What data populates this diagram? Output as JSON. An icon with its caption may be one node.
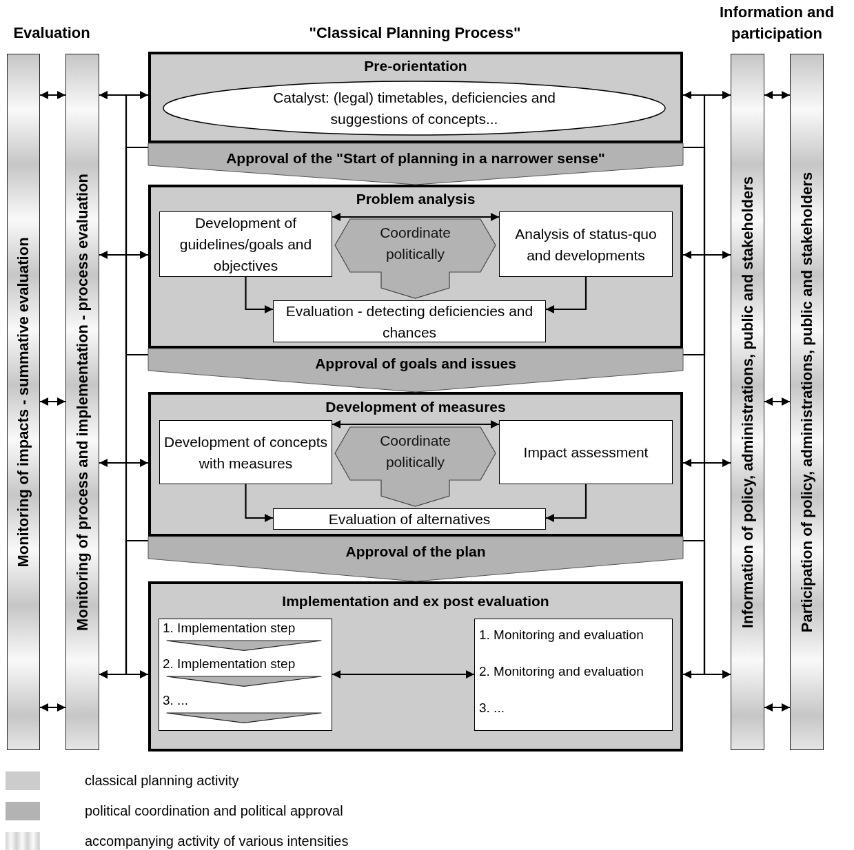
{
  "diagram": {
    "nodes": [
      {
        "text": [
          "Pre-orientation"
        ]
      },
      {
        "text": [
          "Catalyst: (legal) timetables, deficiencies and suggestions of concepts..."
        ],
        "in": 0
      },
      {
        "text": [
          "Problem analysis"
        ]
      },
      {
        "text": [
          "Development of guidelines/goals and objectives"
        ],
        "in": 2
      },
      {
        "text": [
          "Coordinate politically"
        ],
        "in": 2
      },
      {
        "text": [
          "Analysis of status-quo and developments"
        ],
        "in": 2
      },
      {
        "text": [
          "Evaluation - detecting deficiencies and chances"
        ],
        "in": 2
      },
      {
        "text": [
          "Development of measures"
        ]
      },
      {
        "text": [
          "Development of concepts with measures"
        ],
        "in": 7
      },
      {
        "text": [
          "Coordinate politically"
        ],
        "in": 7
      },
      {
        "text": [
          "Impact assessment"
        ],
        "in": 7
      },
      {
        "text": [
          "Evaluation of alternatives"
        ],
        "in": 7
      },
      {
        "text": [
          "Implementation and ex post evaluation"
        ]
      },
      {
        "text": [
          "1. Implementation step",
          "2. Implementation step",
          "3. ..."
        ],
        "in": 12
      },
      {
        "text": [
          "1. Monitoring and evaluation",
          "2. Monitoring and evaluation",
          "3. ..."
        ],
        "in": 12
      },
      {
        "text": [
          "Monitoring of impacts - summative evaluation"
        ]
      },
      {
        "text": [
          "Monitoring of process and implementation - process evaluation"
        ]
      },
      {
        "text": [
          "Information of policy, administrations, public and stakeholders"
        ]
      },
      {
        "text": [
          "Participation of policy, administrations, public and stakeholders"
        ]
      }
    ],
    "edges": [
      {
        "from": 15,
        "to": 16,
        "arrow": "both"
      },
      {
        "from": 15,
        "to": 16,
        "arrow": "both"
      },
      {
        "from": 15,
        "to": 16,
        "arrow": "both"
      },
      {
        "from": 16,
        "to": 0,
        "arrow": "both"
      },
      {
        "from": 16,
        "to": 2,
        "arrow": "both"
      },
      {
        "from": 16,
        "to": 7,
        "arrow": "both"
      },
      {
        "from": 16,
        "to": 12,
        "arrow": "both"
      },
      {
        "from": 0,
        "to": 16,
        "arrow": "to"
      },
      {
        "from": 2,
        "to": 16,
        "arrow": "to"
      },
      {
        "from": 7,
        "to": 16,
        "arrow": "to"
      },
      {
        "from": 0,
        "to": 17,
        "arrow": "both"
      },
      {
        "from": 2,
        "to": 17,
        "arrow": "both"
      },
      {
        "from": 7,
        "to": 17,
        "arrow": "both"
      },
      {
        "from": 12,
        "to": 17,
        "arrow": "both"
      },
      {
        "from": 0,
        "to": 17,
        "arrow": "to"
      },
      {
        "from": 2,
        "to": 17,
        "arrow": "to"
      },
      {
        "from": 7,
        "to": 17,
        "arrow": "to"
      },
      {
        "from": 17,
        "to": 18,
        "arrow": "both"
      },
      {
        "from": 17,
        "to": 18,
        "arrow": "both"
      },
      {
        "from": 17,
        "to": 18,
        "arrow": "both"
      },
      {
        "from": 3,
        "to": 5,
        "arrow": "both"
      },
      {
        "from": 3,
        "to": 6,
        "arrow": "to"
      },
      {
        "from": 5,
        "to": 6,
        "arrow": "to"
      },
      {
        "from": 8,
        "to": 10,
        "arrow": "both"
      },
      {
        "from": 8,
        "to": 11,
        "arrow": "to"
      },
      {
        "from": 10,
        "to": 11,
        "arrow": "to"
      },
      {
        "from": 13,
        "to": 14,
        "arrow": "both"
      },
      {
        "from": 0,
        "to": 2,
        "arrow": "to",
        "label": "Approval of the \"Start of planning in a narrower sense\""
      },
      {
        "from": 2,
        "to": 7,
        "arrow": "to",
        "label": "Approval of goals and issues"
      },
      {
        "from": 7,
        "to": 12,
        "arrow": "to",
        "label": "Approval of the plan"
      }
    ],
    "labels": [
      "Evaluation",
      "\"Classical Planning Process\"",
      "Information and participation"
    ],
    "legend": [
      {
        "text": "classical planning activity",
        "color": "#cccccc"
      },
      {
        "text": "political coordination and political approval",
        "color": "#b3b3b3"
      },
      {
        "text": "accompanying activity of various intensities"
      }
    ]
  }
}
